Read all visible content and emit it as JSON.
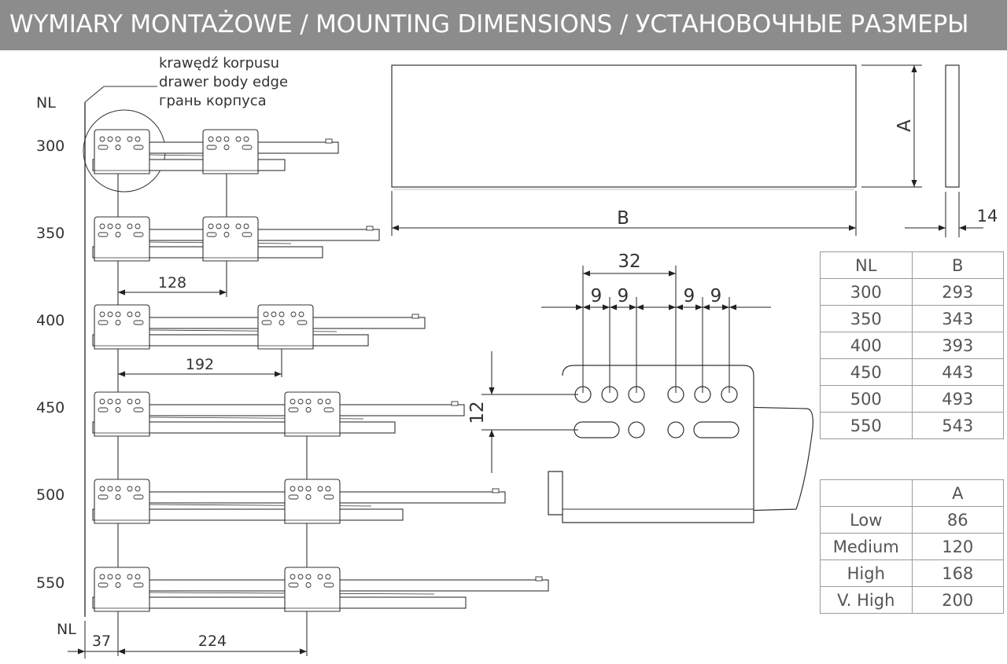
{
  "title": "WYMIARY MONTAŻOWE / MOUNTING DIMENSIONS / УСТАНОВОЧНЫЕ РАЗМЕРЫ",
  "edge_label": {
    "pl": "krawędź korpusu",
    "en": "drawer body edge",
    "ru": "грань корпуса"
  },
  "nl_axis": {
    "header": "NL",
    "rows": [
      "300",
      "350",
      "400",
      "450",
      "500",
      "550"
    ],
    "footer": "NL"
  },
  "dimensions": {
    "d128": "128",
    "d192": "192",
    "d37": "37",
    "d224": "224",
    "height": "A",
    "width": "B",
    "thickness": "14",
    "hole_pitch": "32",
    "hole_gaps": [
      "9",
      "9",
      "9",
      "9"
    ],
    "row_gap": "12"
  },
  "table_b": {
    "headers": [
      "NL",
      "B"
    ],
    "rows": [
      [
        "300",
        "293"
      ],
      [
        "350",
        "343"
      ],
      [
        "400",
        "393"
      ],
      [
        "450",
        "443"
      ],
      [
        "500",
        "493"
      ],
      [
        "550",
        "543"
      ]
    ]
  },
  "table_a": {
    "headers": [
      "",
      "A"
    ],
    "rows": [
      [
        "Low",
        "86"
      ],
      [
        "Medium",
        "120"
      ],
      [
        "High",
        "168"
      ],
      [
        "V. High",
        "200"
      ]
    ]
  }
}
